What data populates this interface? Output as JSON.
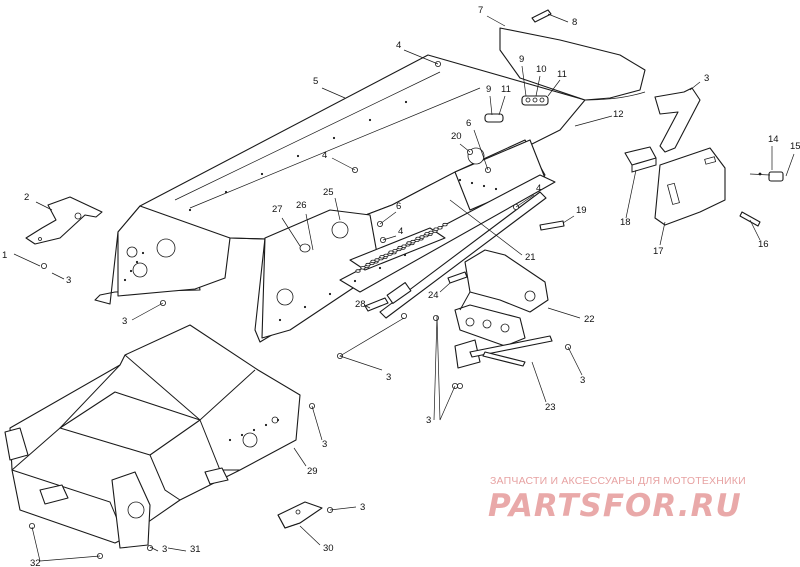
{
  "diagram": {
    "callouts": [
      {
        "id": "c1",
        "label": "1"
      },
      {
        "id": "c2",
        "label": "2"
      },
      {
        "id": "c3a",
        "label": "3"
      },
      {
        "id": "c3b",
        "label": "3"
      },
      {
        "id": "c3c",
        "label": "3"
      },
      {
        "id": "c3d",
        "label": "3"
      },
      {
        "id": "c3e",
        "label": "3"
      },
      {
        "id": "c3f",
        "label": "3"
      },
      {
        "id": "c3g",
        "label": "3"
      },
      {
        "id": "c3h",
        "label": "3"
      },
      {
        "id": "c3i",
        "label": "3"
      },
      {
        "id": "c4a",
        "label": "4"
      },
      {
        "id": "c4b",
        "label": "4"
      },
      {
        "id": "c4c",
        "label": "4"
      },
      {
        "id": "c4d",
        "label": "4"
      },
      {
        "id": "c5",
        "label": "5"
      },
      {
        "id": "c6a",
        "label": "6"
      },
      {
        "id": "c6b",
        "label": "6"
      },
      {
        "id": "c7",
        "label": "7"
      },
      {
        "id": "c8",
        "label": "8"
      },
      {
        "id": "c9a",
        "label": "9"
      },
      {
        "id": "c9b",
        "label": "9"
      },
      {
        "id": "c10",
        "label": "10"
      },
      {
        "id": "c11a",
        "label": "11"
      },
      {
        "id": "c11b",
        "label": "11"
      },
      {
        "id": "c12",
        "label": "12"
      },
      {
        "id": "c14",
        "label": "14"
      },
      {
        "id": "c15",
        "label": "15"
      },
      {
        "id": "c16",
        "label": "16"
      },
      {
        "id": "c17",
        "label": "17"
      },
      {
        "id": "c18",
        "label": "18"
      },
      {
        "id": "c19",
        "label": "19"
      },
      {
        "id": "c20",
        "label": "20"
      },
      {
        "id": "c21",
        "label": "21"
      },
      {
        "id": "c22",
        "label": "22"
      },
      {
        "id": "c23",
        "label": "23"
      },
      {
        "id": "c24",
        "label": "24"
      },
      {
        "id": "c25",
        "label": "25"
      },
      {
        "id": "c26",
        "label": "26"
      },
      {
        "id": "c27",
        "label": "27"
      },
      {
        "id": "c28",
        "label": "28"
      },
      {
        "id": "c29",
        "label": "29"
      },
      {
        "id": "c30",
        "label": "30"
      },
      {
        "id": "c31",
        "label": "31"
      },
      {
        "id": "c32",
        "label": "32"
      }
    ]
  },
  "watermark": {
    "tagline": "ЗАПЧАСТИ И АКСЕССУАРЫ ДЛЯ МОТОТЕХНИКИ",
    "logo": "PARTSFOR.RU",
    "color": "#e7a2a2"
  }
}
